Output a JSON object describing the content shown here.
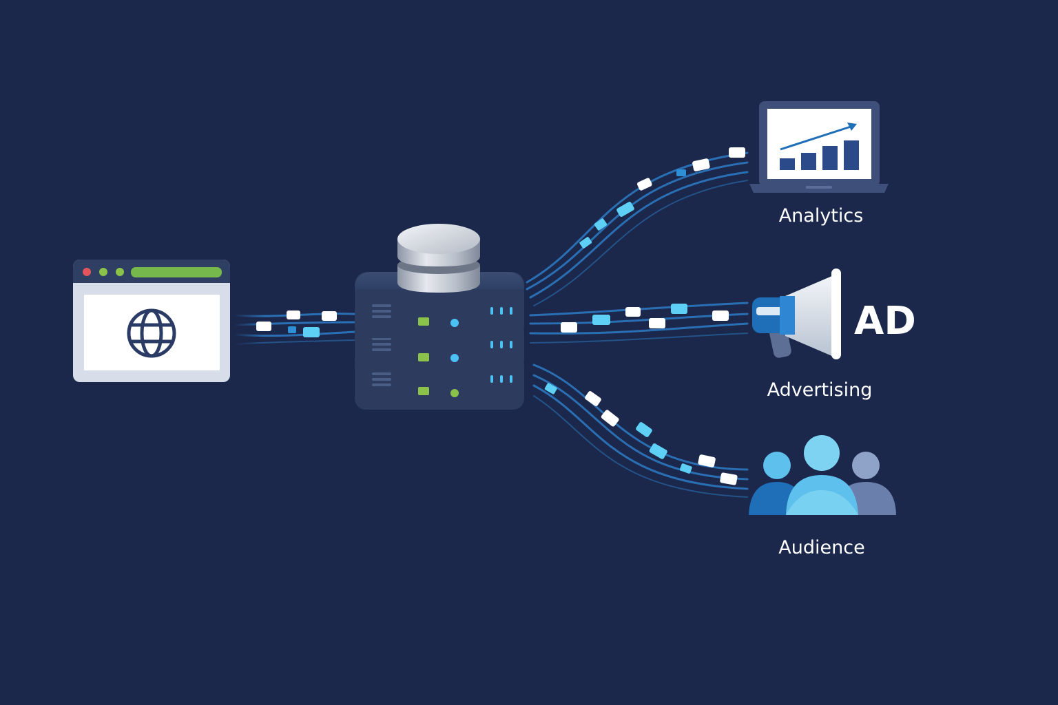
{
  "colors": {
    "background": "#1b284b",
    "stream": "#2a6fb3",
    "packet_white": "#ffffff",
    "packet_cyan": "#5ed0f5",
    "led_green": "#8bc34a",
    "led_blue": "#4cc3f5",
    "server_body": "#2c3b5e",
    "browser_frame": "#d8dee9",
    "accent_blue": "#1e6fb8"
  },
  "source": {
    "icon": "browser-window-globe-icon"
  },
  "hub": {
    "icon": "database-server-stack-icon"
  },
  "destinations": {
    "analytics": {
      "label": "Analytics",
      "icon": "laptop-bar-chart-icon"
    },
    "advertising": {
      "label": "Advertising",
      "badge": "AD",
      "icon": "megaphone-icon"
    },
    "audience": {
      "label": "Audience",
      "icon": "people-group-icon"
    }
  }
}
